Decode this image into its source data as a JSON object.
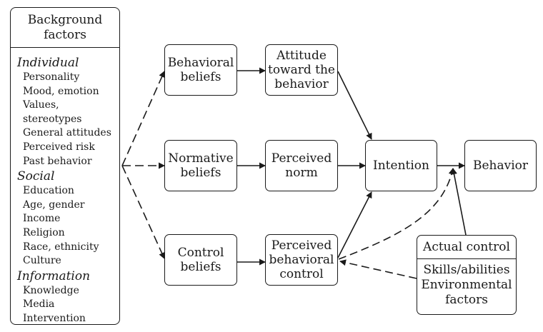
{
  "background": {
    "title_line1": "Background",
    "title_line2": "factors",
    "groups": [
      {
        "label": "Individual",
        "items": [
          "Personality",
          "Mood, emotion",
          "Values, stereotypes",
          "General attitudes",
          "Perceived risk",
          "Past behavior"
        ]
      },
      {
        "label": "Social",
        "items": [
          "Education",
          "Age, gender",
          "Income",
          "Religion",
          "Race, ethnicity",
          "Culture"
        ]
      },
      {
        "label": "Information",
        "items": [
          "Knowledge",
          "Media",
          "Intervention"
        ]
      }
    ]
  },
  "beliefs": {
    "behavioral": [
      "Behavioral",
      "beliefs"
    ],
    "normative": [
      "Normative",
      "beliefs"
    ],
    "control": [
      "Control",
      "beliefs"
    ]
  },
  "determinants": {
    "attitude": [
      "Attitude",
      "toward the",
      "behavior"
    ],
    "norm": [
      "Perceived",
      "norm"
    ],
    "pbc": [
      "Perceived",
      "behavioral",
      "control"
    ]
  },
  "intention": "Intention",
  "behavior": "Behavior",
  "actual_control": {
    "title": "Actual control",
    "lines": [
      "Skills/abilities",
      "Environmental",
      "factors"
    ]
  }
}
